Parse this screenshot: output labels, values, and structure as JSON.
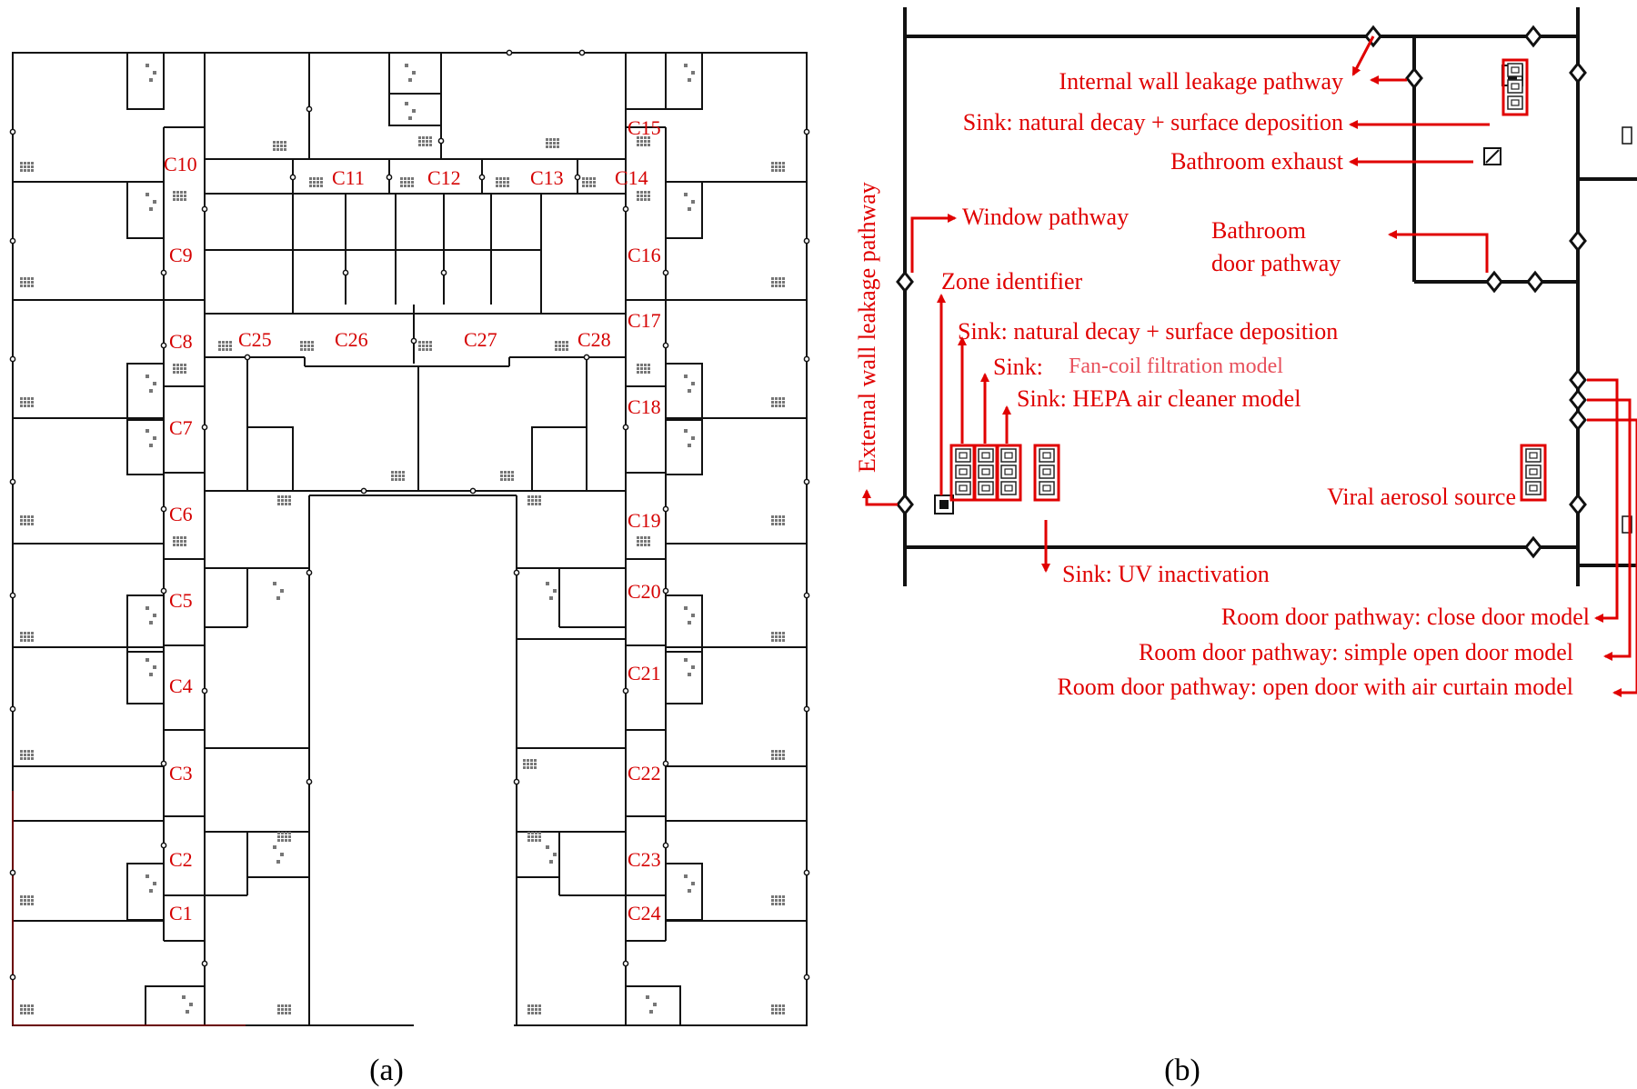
{
  "panel_a": {
    "caption": "(a)",
    "corridors": [
      "C1",
      "C2",
      "C3",
      "C4",
      "C5",
      "C6",
      "C7",
      "C8",
      "C9",
      "C10",
      "C11",
      "C12",
      "C13",
      "C14",
      "C15",
      "C16",
      "C17",
      "C18",
      "C19",
      "C20",
      "C21",
      "C22",
      "C23",
      "C24",
      "C25",
      "C26",
      "C27",
      "C28"
    ]
  },
  "panel_b": {
    "caption": "(b)",
    "labels": {
      "internal_wall": "Internal wall leakage pathway",
      "sink_top": "Sink: natural decay + surface deposition",
      "bathroom_exhaust": "Bathroom exhaust",
      "window": "Window pathway",
      "bathroom_door_1": "Bathroom",
      "bathroom_door_2": "door pathway",
      "external_wall": "External wall leakage pathway",
      "zone_identifier": "Zone identifier",
      "sink_decay": "Sink: natural decay + surface deposition",
      "sink_fancoil_prefix": "Sink:",
      "sink_fancoil": "Fan-coil filtration model",
      "sink_hepa": "Sink: HEPA air cleaner model",
      "viral_source": "Viral aerosol source",
      "sink_uv": "Sink: UV inactivation",
      "door_close": "Room door pathway: close door model",
      "door_simple": "Room door pathway: simple open door model",
      "door_curtain": "Room door pathway: open door with air curtain model"
    },
    "colors": {
      "annotation": "#e00000",
      "walls": "#111111"
    }
  }
}
